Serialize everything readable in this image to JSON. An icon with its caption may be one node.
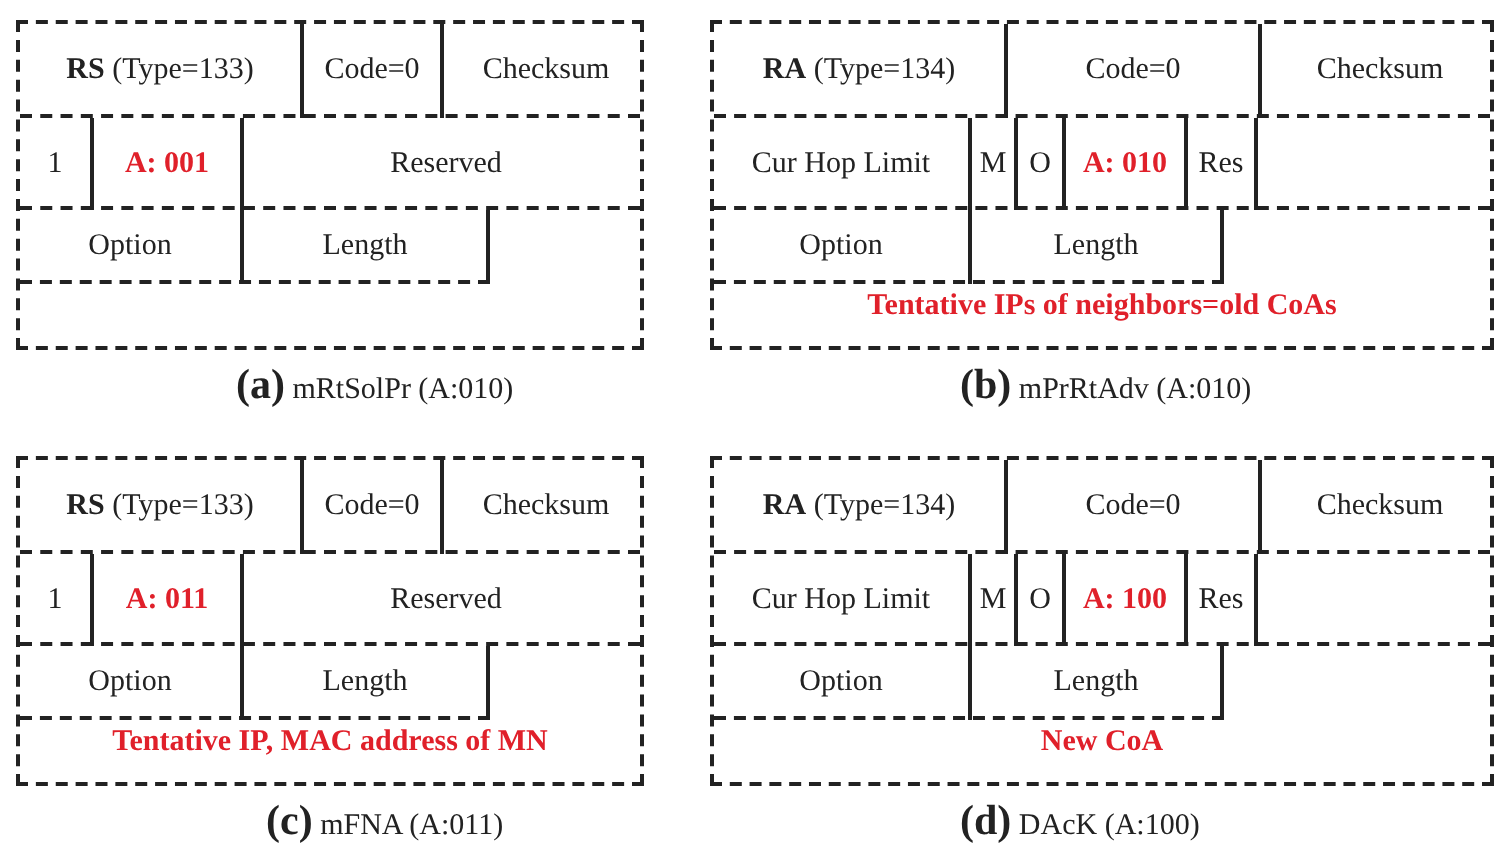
{
  "diagram": {
    "labels": [
      "**RS** (Type=133)",
      "Code=0",
      "Checksum",
      "1",
      "A: 001",
      "Reserved",
      "Option",
      "Length",
      "**(a)** mRtSolPr (A:010)",
      "**RA** (Type=134)",
      "Code=0",
      "Checksum",
      "Cur Hop Limit",
      "M",
      "O",
      "A: 010",
      "Res",
      "Option",
      "Length",
      "Tentative IPs of neighbors=old CoAs",
      "**(b)** mPrRtAdv (A:010)",
      "**RS** (Type=133)",
      "Code=0",
      "Checksum",
      "1",
      "A: 011",
      "Reserved",
      "Option",
      "Length",
      "Tentative IP, MAC address of MN",
      "**(c)** mFNA (A:011)",
      "**RA** (Type=134)",
      "Code=0",
      "Checksum",
      "Cur Hop Limit",
      "M",
      "O",
      "A: 100",
      "Res",
      "Option",
      "Length",
      "New CoA",
      "**(d)** DAcK (A:100)"
    ]
  }
}
